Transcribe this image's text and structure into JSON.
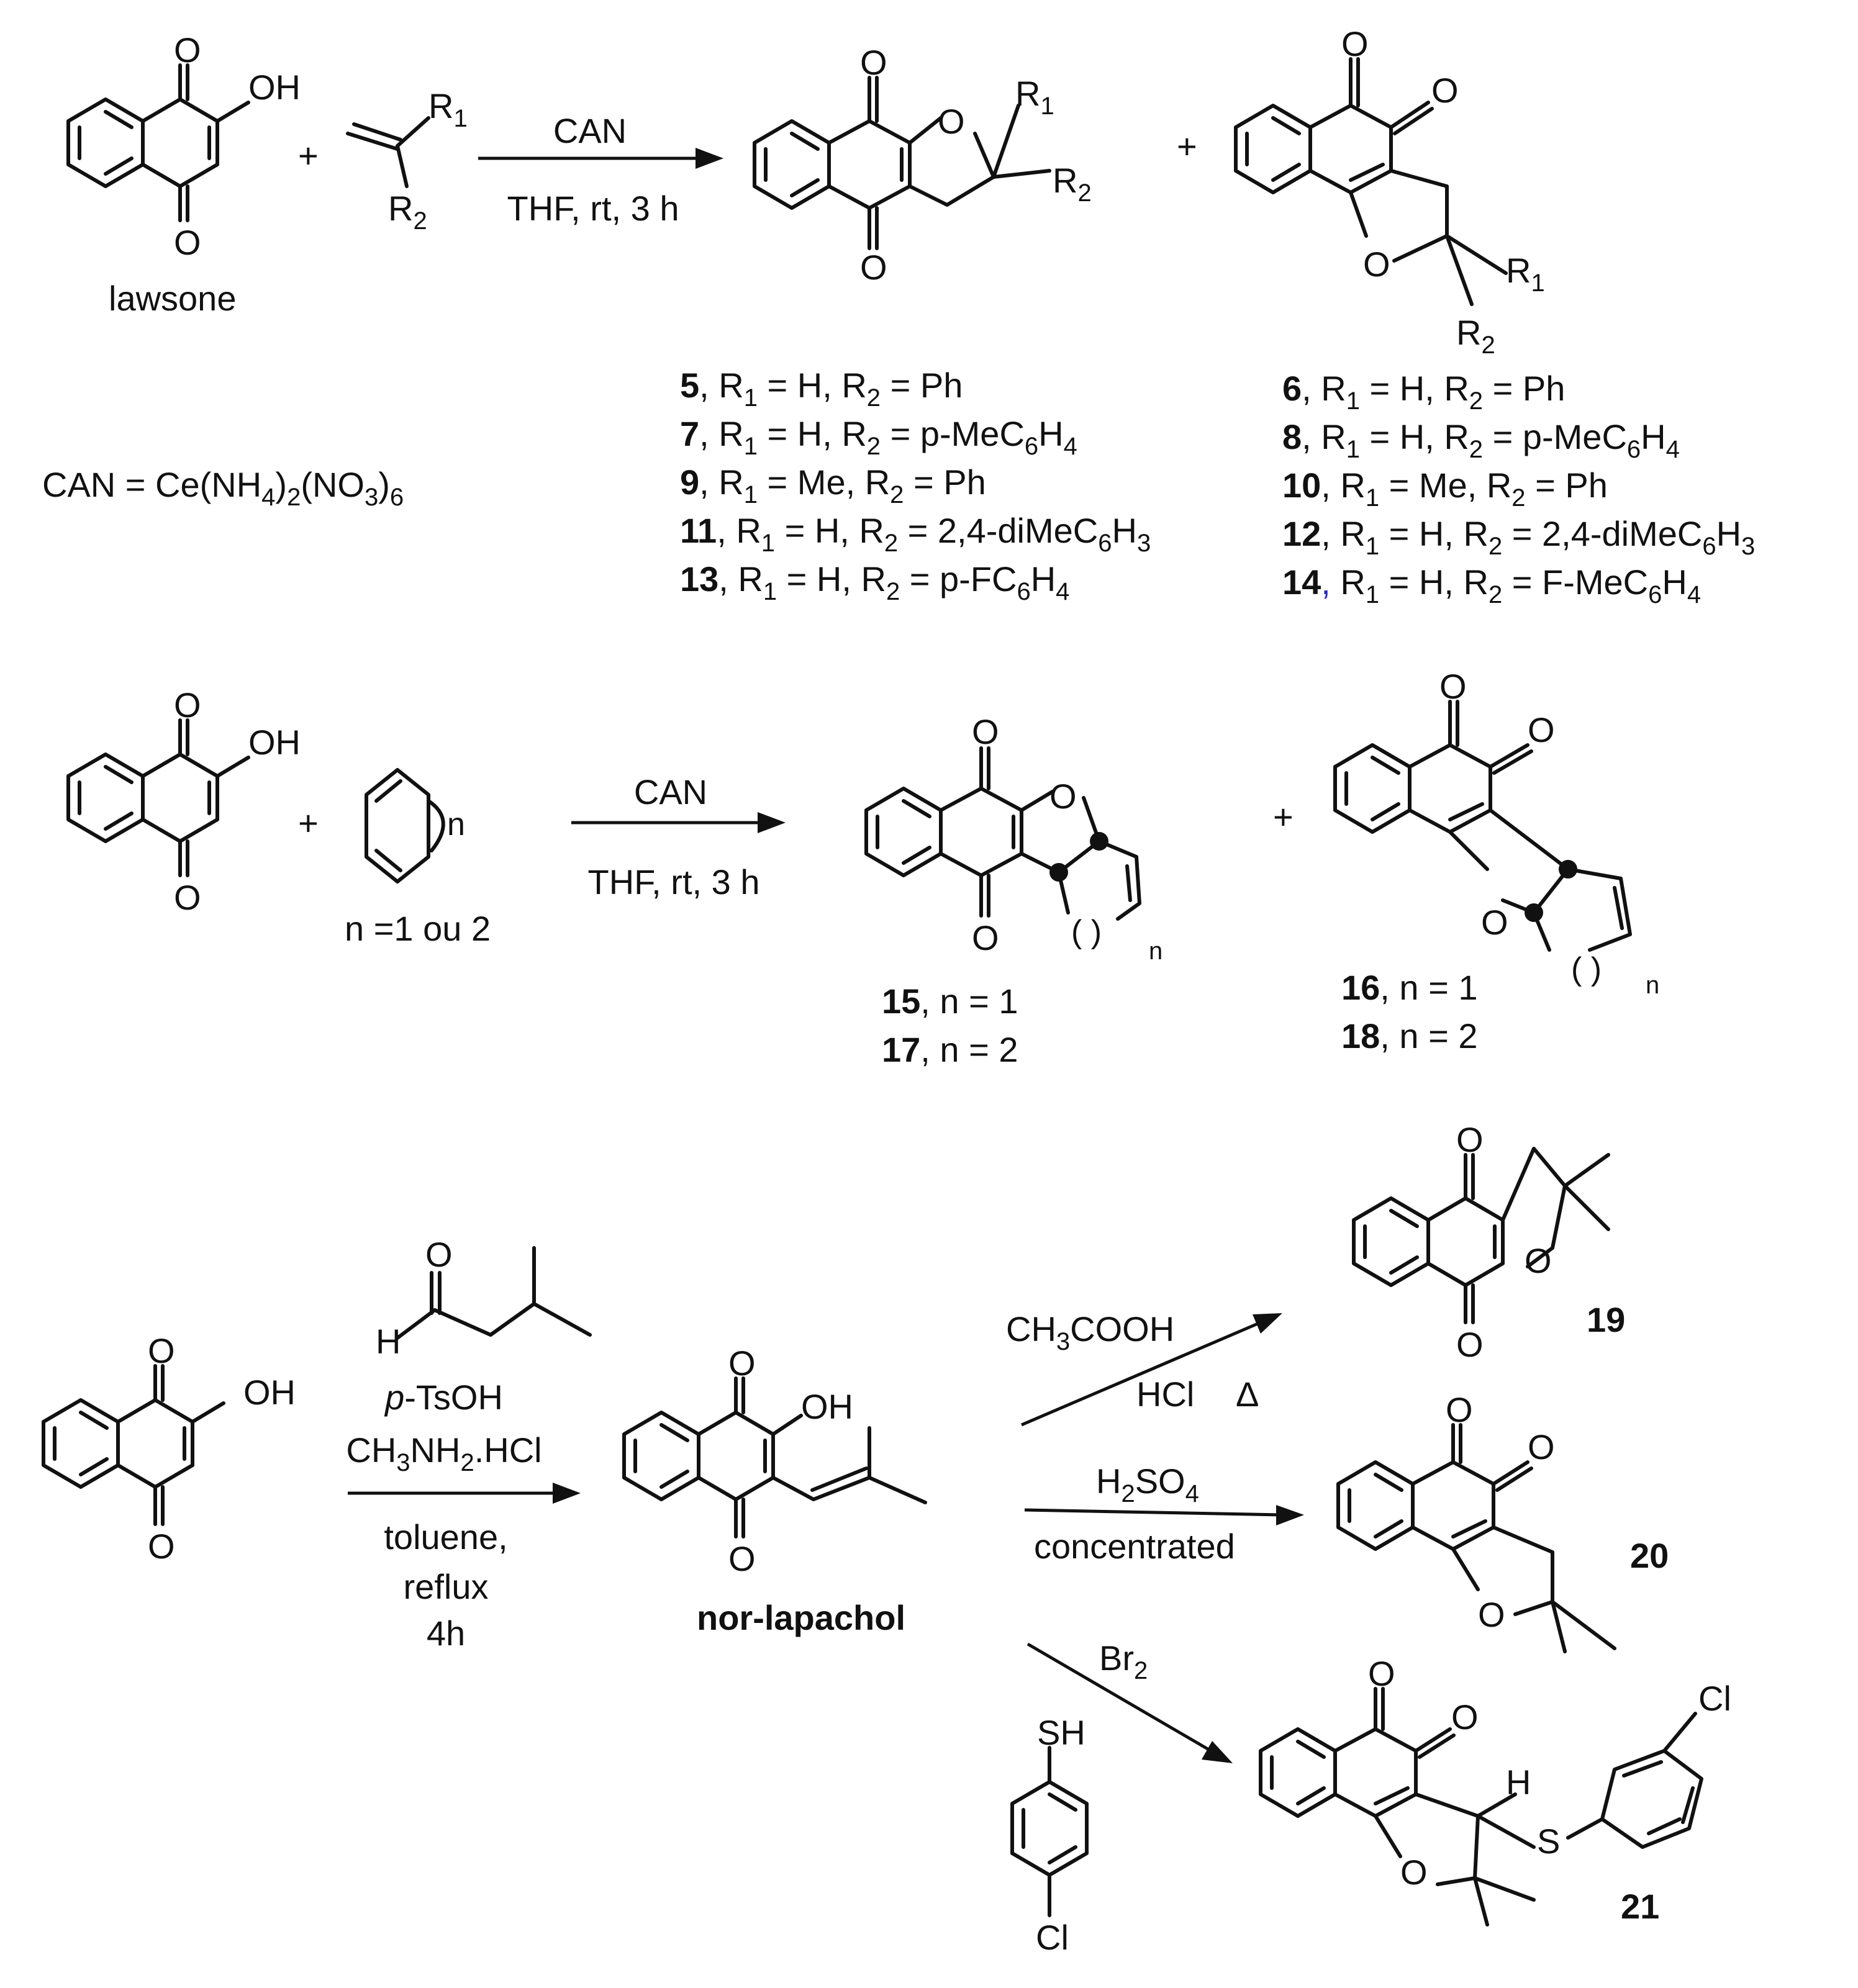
{
  "reaction1": {
    "reagent": "CAN",
    "conditions": "THF,  rt, 3 h",
    "start_label": "lawsone",
    "plus": "+",
    "oh": "OH",
    "o": "O",
    "r1": "R",
    "r1_sub": "1",
    "r2": "R",
    "r2_sub": "2",
    "products_a": [
      {
        "id": "5",
        "text": ", R1 = H,  R2 = Ph"
      },
      {
        "id": "7",
        "text": ", R1 = H, R2 = p-MeC6H4"
      },
      {
        "id": "9",
        "text": ", R1 = Me, R2 = Ph"
      },
      {
        "id": "11",
        "text": ", R1 = H, R2 = 2,4-diMeC6H3"
      },
      {
        "id": "13",
        "text": ", R1 = H, R2 = p-FC6H4"
      }
    ],
    "products_b": [
      {
        "id": "6",
        "text": ", R1 = H, R2 = Ph"
      },
      {
        "id": "8",
        "text": ", R1 = H, R2 = p-MeC6H4"
      },
      {
        "id": "10",
        "text": ", R1 = Me, R2 = Ph"
      },
      {
        "id": "12",
        "text": ", R1 = H, R2 = 2,4-diMeC6H3"
      },
      {
        "id": "14",
        "text": ", R1 = H, R2 = F-MeC6H4"
      }
    ]
  },
  "can_definition": "CAN = Ce(NH4)2(NO3)6",
  "reaction2": {
    "reagent": "CAN",
    "conditions": "THF,  rt, 3 h",
    "n_note": "n =1 ou 2",
    "n": "n",
    "products_a": [
      {
        "id": "15",
        "text": ", n = 1"
      },
      {
        "id": "17",
        "text": ", n = 2"
      }
    ],
    "products_b": [
      {
        "id": "16",
        "text": ", n = 1"
      },
      {
        "id": "18",
        "text": ", n = 2"
      }
    ]
  },
  "reaction3": {
    "aldehyde_h": "H",
    "reagent_1": "p-TsOH",
    "reagent_2": "CH3NH2.HCl",
    "solvent_1": "toluene,",
    "solvent_2": "reflux",
    "time": "4h",
    "intermediate_label": "nor-lapachol",
    "path_a_reagent": "CH3COOH",
    "path_a_conditions": "HCl",
    "path_a_heat": "Δ",
    "path_b_reagent": "H2SO4",
    "path_b_conditions": "concentrated",
    "path_c_reagent": "Br2",
    "thiol_sh": "SH",
    "cl": "Cl",
    "s": "S",
    "product_19": "19",
    "product_20": "20",
    "product_21": "21"
  }
}
